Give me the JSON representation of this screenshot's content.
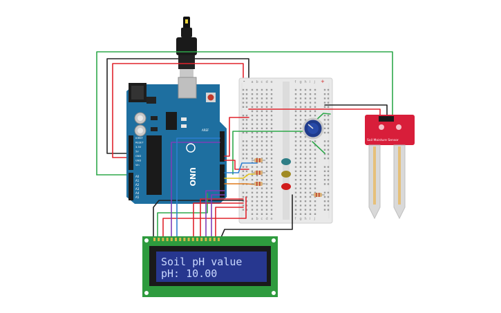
{
  "colors": {
    "arduino_board": "#1e6fa0",
    "breadboard": "#e9e9e9",
    "lcd_pcb": "#2e9b3e",
    "lcd_screen": "#27378f",
    "sensor_board": "#d81e3a",
    "potentiometer": "#1f3b8c",
    "led_green": "#2f7e86",
    "led_yellow": "#a08a24",
    "led_red": "#d01c1c",
    "wire_red": "#e0232c",
    "wire_black": "#222222",
    "wire_green": "#2ea84a",
    "wire_blue": "#2c7fd0",
    "wire_yellow": "#e4c21a",
    "wire_purple": "#7e3fb8",
    "wire_orange": "#e07a1a"
  },
  "arduino": {
    "logo_text": "UNO",
    "aref_label": "AREF",
    "power_pins": [
      "IOREF",
      "RESET",
      "3.3V",
      "5V",
      "GND",
      "GND",
      "Vin"
    ],
    "analog_pins": [
      "A0",
      "A1",
      "A2",
      "A3",
      "A4",
      "A5"
    ]
  },
  "breadboard": {
    "column_letters_left": [
      "a",
      "b",
      "c",
      "d",
      "e"
    ],
    "column_letters_right": [
      "f",
      "g",
      "h",
      "i",
      "j"
    ],
    "rail_plus": "+",
    "rail_minus": "-"
  },
  "sensor": {
    "label": "Soil Moisture Sensor"
  },
  "lcd": {
    "line1": "Soil pH value",
    "line2": "pH: 10.00"
  }
}
